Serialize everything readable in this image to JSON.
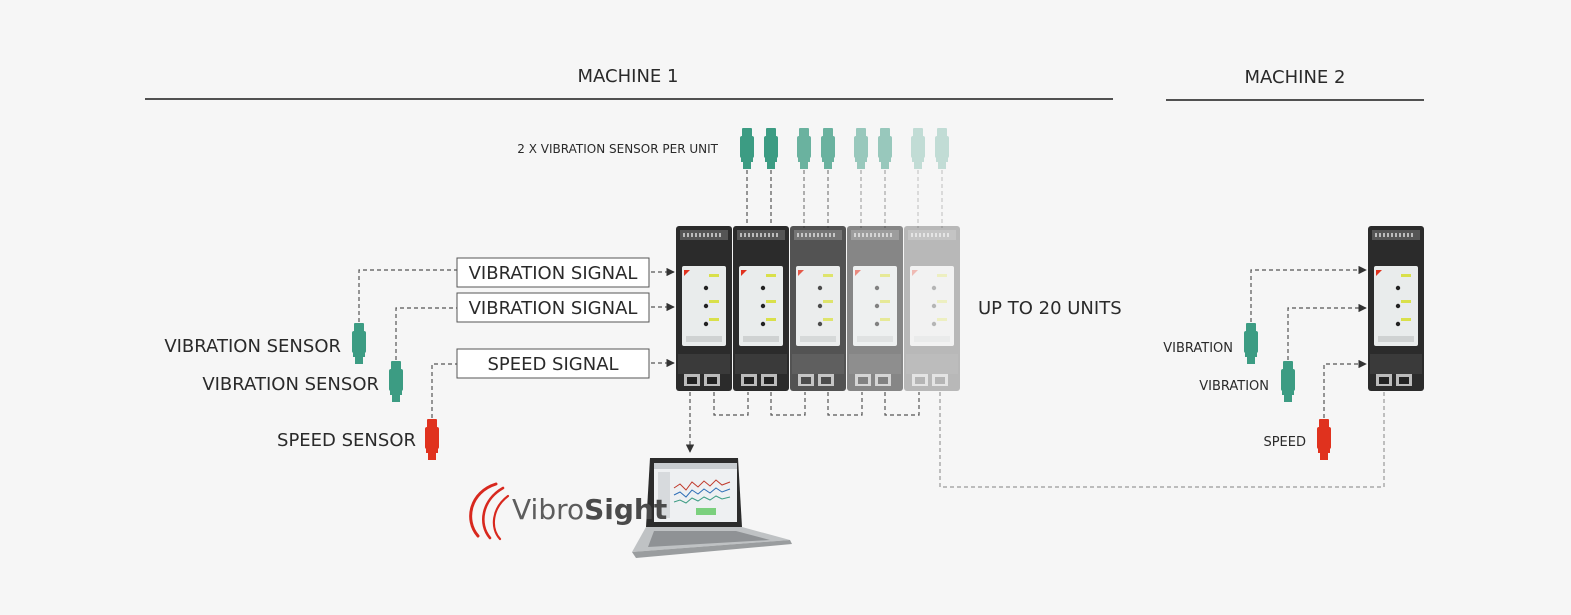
{
  "machine1": {
    "title": "MACHINE 1"
  },
  "machine2": {
    "title": "MACHINE 2"
  },
  "top_note": "2 X VIBRATION SENSOR PER UNIT",
  "units_note": "UP TO 20 UNITS",
  "signals": [
    "VIBRATION SIGNAL",
    "VIBRATION SIGNAL",
    "SPEED SIGNAL"
  ],
  "sensors_m1": [
    "VIBRATION SENSOR",
    "VIBRATION SENSOR",
    "SPEED SENSOR"
  ],
  "sensors_m2": [
    "VIBRATION",
    "VIBRATION",
    "SPEED"
  ],
  "logo": {
    "part1": "Vibro",
    "part2": "Sight"
  },
  "colors": {
    "vibration": "#3c9c83",
    "speed": "#e0321e",
    "line": "#555555",
    "unit_body": "#2b2b2b",
    "panel": "#e9ecec"
  }
}
